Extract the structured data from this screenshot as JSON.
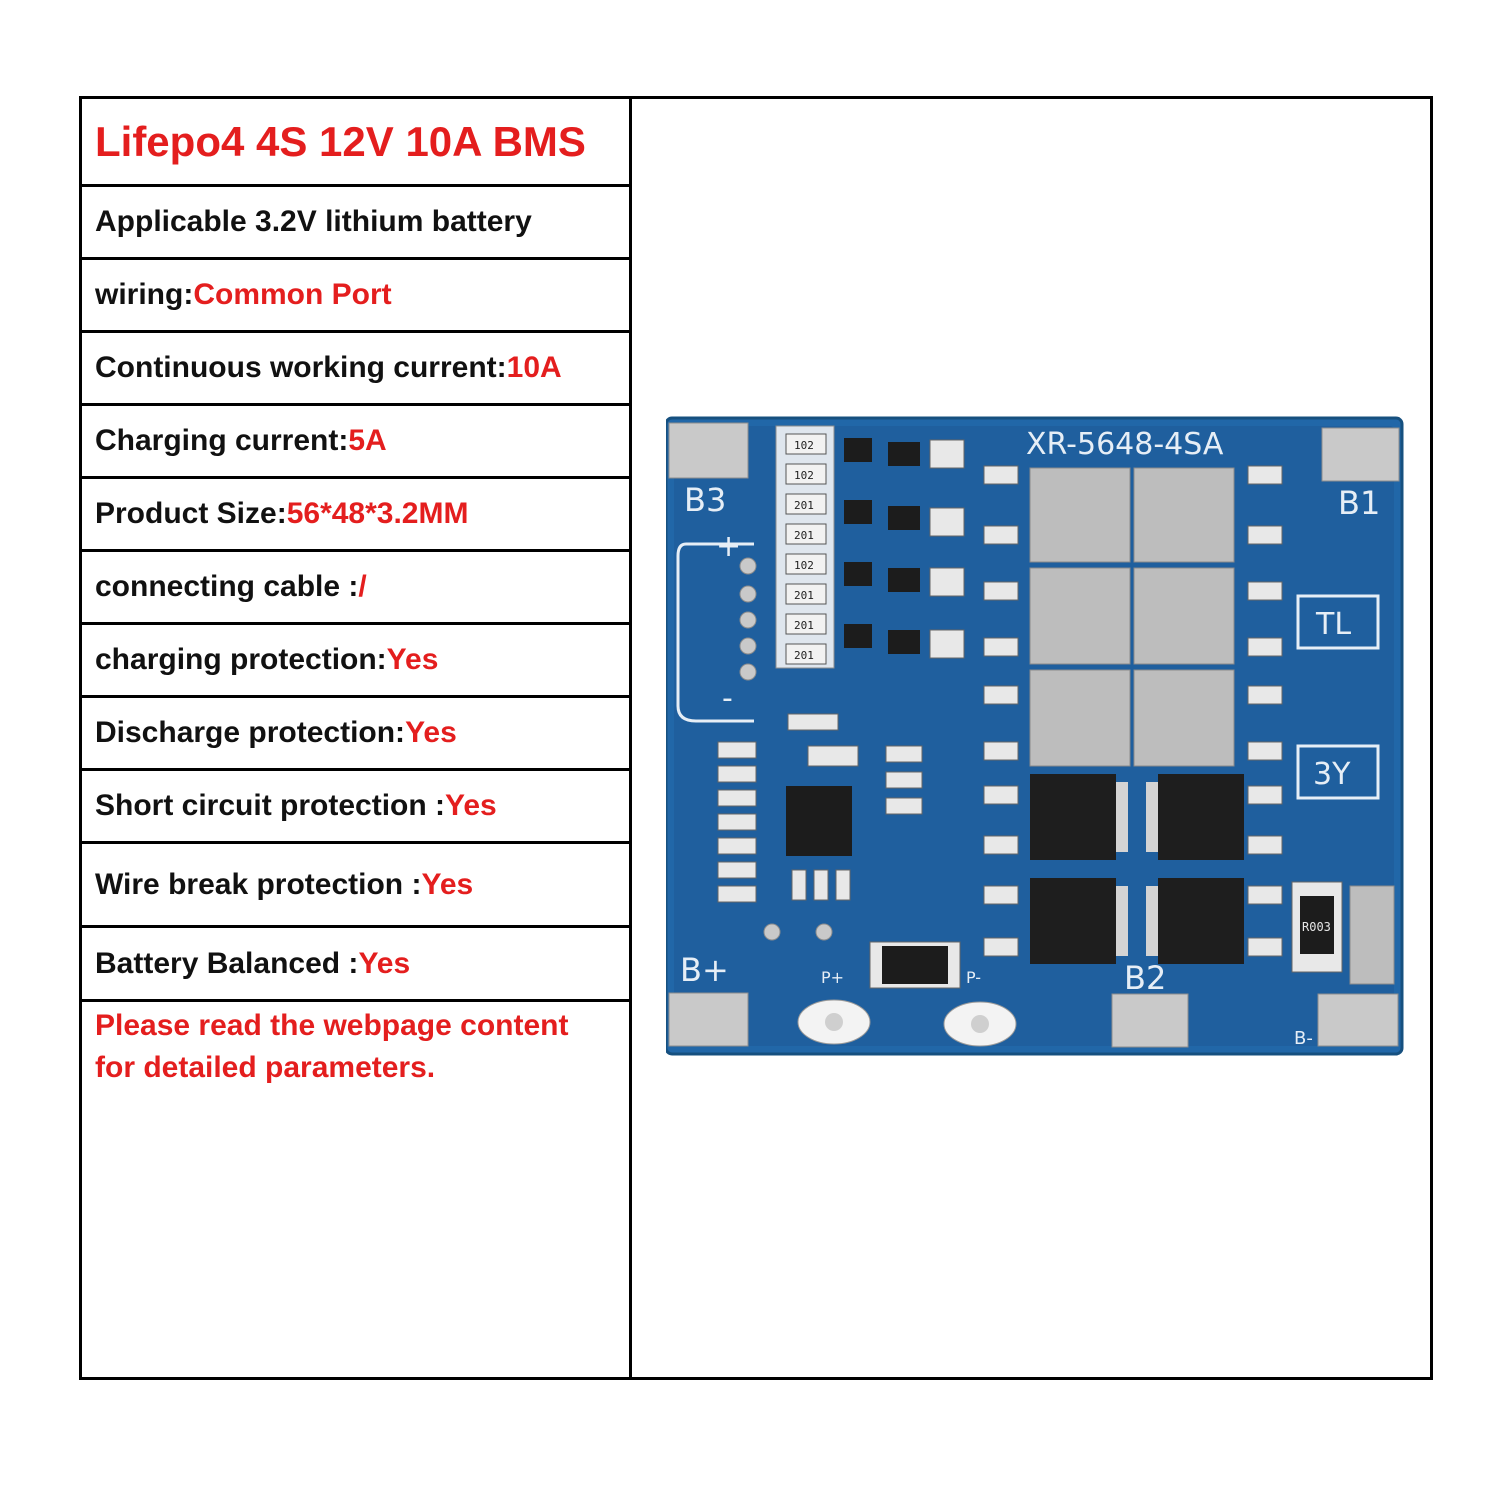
{
  "title": "Lifepo4 4S 12V 10A BMS",
  "rows": [
    {
      "label": "Applicable 3.2V lithium battery",
      "value": ""
    },
    {
      "label": "wiring:",
      "value": "Common Port"
    },
    {
      "label": "Continuous working current:",
      "value": "10A"
    },
    {
      "label": "Charging current:",
      "value": "5A"
    },
    {
      "label": "Product Size:",
      "value": "56*48*3.2MM"
    },
    {
      "label": "connecting cable :",
      "value": "/"
    },
    {
      "label": "charging protection: ",
      "value": "Yes"
    },
    {
      "label": "Discharge protection: ",
      "value": "Yes"
    },
    {
      "label": "Short circuit protection :",
      "value": "Yes"
    },
    {
      "label": "Wire break protection :",
      "value": "Yes"
    },
    {
      "label": "Battery Balanced :",
      "value": "Yes"
    }
  ],
  "note": "Please read the webpage content for detailed parameters.",
  "board": {
    "model": "XR-5648-4SA",
    "labels": {
      "b1": "B1",
      "b2": "B2",
      "b3": "B3",
      "bplus": "B+",
      "bminus": "B-",
      "pplus": "P+",
      "pminus": "P-",
      "plus": "+",
      "minus": "-",
      "tl": "TL",
      "y3": "3Y",
      "r003": "R003"
    },
    "resistor_codes": [
      "102",
      "102",
      "201",
      "201",
      "102",
      "201",
      "201",
      "201"
    ]
  },
  "colors": {
    "accent": "#e41e1e",
    "pcb": "#1f5f9e",
    "pad": "#c9c9c9"
  }
}
